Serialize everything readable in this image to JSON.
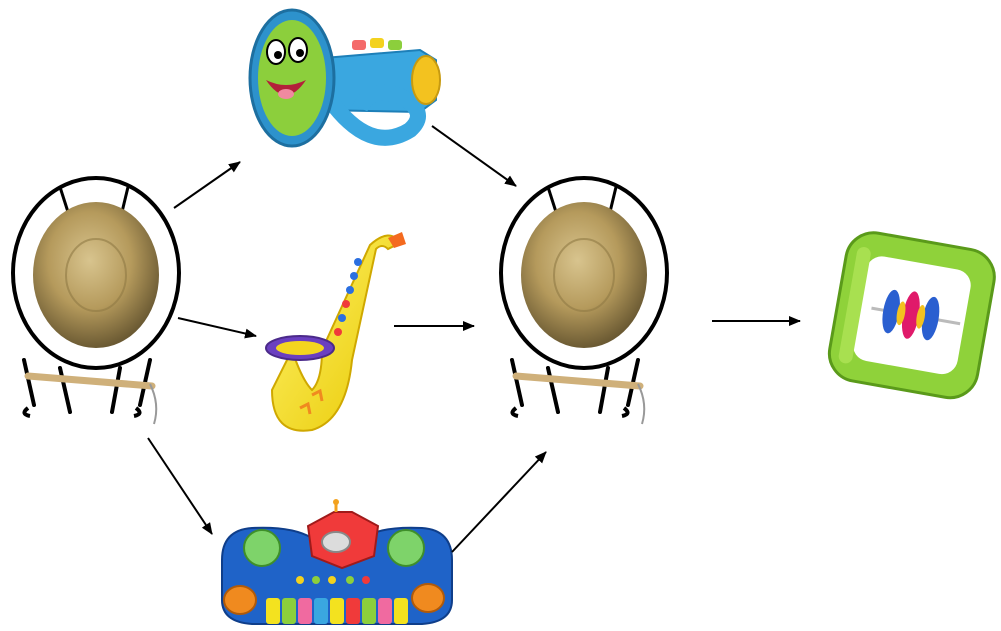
{
  "diagram": {
    "nodes": [
      {
        "id": "gong-left",
        "icon": "gong-icon"
      },
      {
        "id": "trumpet",
        "icon": "toy-trumpet-icon"
      },
      {
        "id": "saxophone",
        "icon": "toy-saxophone-icon"
      },
      {
        "id": "keyboard",
        "icon": "toy-keyboard-icon"
      },
      {
        "id": "gong-center",
        "icon": "gong-icon"
      },
      {
        "id": "rattle",
        "icon": "baby-rattle-icon"
      }
    ],
    "edges": [
      {
        "from": "gong-left",
        "to": "trumpet"
      },
      {
        "from": "gong-left",
        "to": "saxophone"
      },
      {
        "from": "gong-left",
        "to": "keyboard"
      },
      {
        "from": "trumpet",
        "to": "gong-center"
      },
      {
        "from": "saxophone",
        "to": "gong-center"
      },
      {
        "from": "keyboard",
        "to": "gong-center"
      },
      {
        "from": "gong-center",
        "to": "rattle"
      }
    ],
    "colors": {
      "arrow": "#000000",
      "gong_metal": "#b59a5c",
      "trumpet_blue": "#3aa7e0",
      "trumpet_face": "#8ccf3c",
      "sax_yellow": "#f3e21f",
      "keyboard_blue": "#1f63c8",
      "rattle_green": "#8fd23a"
    }
  }
}
